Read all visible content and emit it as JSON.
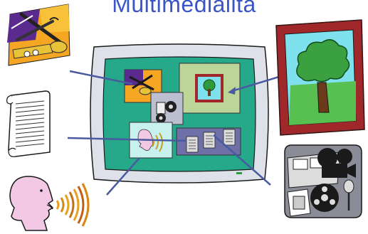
{
  "title": "Multimedialità",
  "icons": {
    "music": "saxophone-trumpet-clipart",
    "document": "scroll-document-clipart",
    "voice": "speaking-head-clipart",
    "picture": "framed-tree-picture-clipart",
    "film": "film-camera-clipart",
    "monitor": "multimedia-monitor"
  },
  "colors": {
    "title": "#3b55c8",
    "screen": "#26a88a",
    "monitor_body": "#dfe1ea",
    "frame": "#a0282a",
    "sky": "#7fe0ee"
  }
}
